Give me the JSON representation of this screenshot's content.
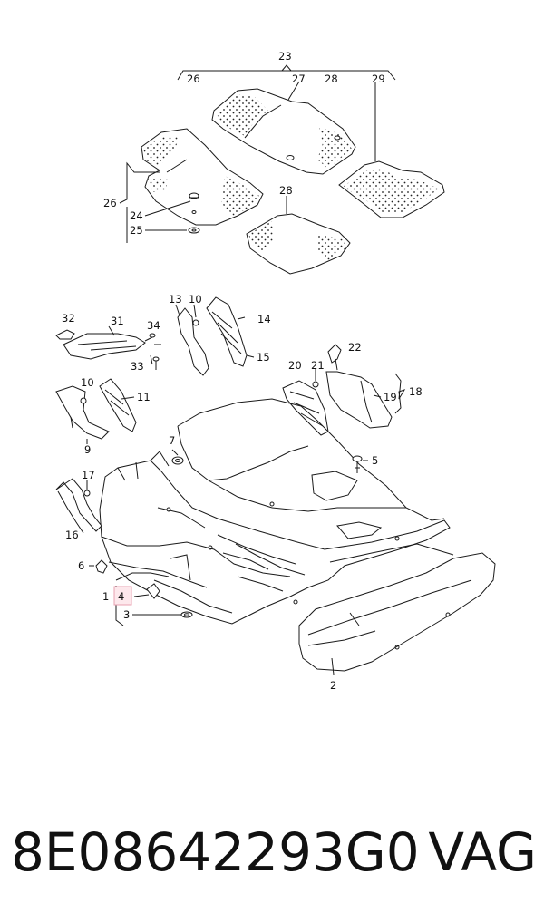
{
  "labels": {
    "l23": "23",
    "l26a": "26",
    "l27": "27",
    "l28a": "28",
    "l29": "29",
    "l26b": "26",
    "l24": "24",
    "l25": "25",
    "l28b": "28",
    "l32": "32",
    "l31": "31",
    "l34": "34",
    "l33": "33",
    "l13": "13",
    "l10a": "10",
    "l14": "14",
    "l15": "15",
    "l10b": "10",
    "l11": "11",
    "l9": "9",
    "l22": "22",
    "l20": "20",
    "l21": "21",
    "l18": "18",
    "l19": "19",
    "l7": "7",
    "l5": "5",
    "l17": "17",
    "l16": "16",
    "l6": "6",
    "l1": "1",
    "l4": "4",
    "l3": "3",
    "l2": "2"
  },
  "caption": {
    "part_number": "8E08642293G0",
    "brand": "VAG"
  },
  "colors": {
    "line": "#1a1a1a",
    "highlight_fill": "#fde8ec",
    "highlight_stroke": "#e8a0b0"
  }
}
